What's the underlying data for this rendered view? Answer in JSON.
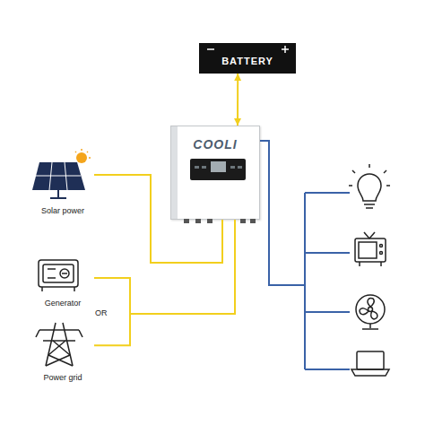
{
  "diagram": {
    "nodes": [
      {
        "text": [
          "BATTERY"
        ]
      },
      {
        "text": [
          "COOLI"
        ]
      },
      {
        "text": [
          "Solar power"
        ]
      },
      {
        "text": [
          "Generator"
        ]
      },
      {
        "text": [
          "Power grid"
        ]
      }
    ],
    "edges": [
      {
        "from": 0,
        "to": 1,
        "arrow": "both"
      },
      {
        "from": 2,
        "to": 1,
        "arrow": "none"
      },
      {
        "from": 3,
        "to": 1,
        "arrow": "none"
      },
      {
        "from": 4,
        "to": 1,
        "arrow": "none"
      }
    ],
    "labels": [
      "OR"
    ]
  }
}
